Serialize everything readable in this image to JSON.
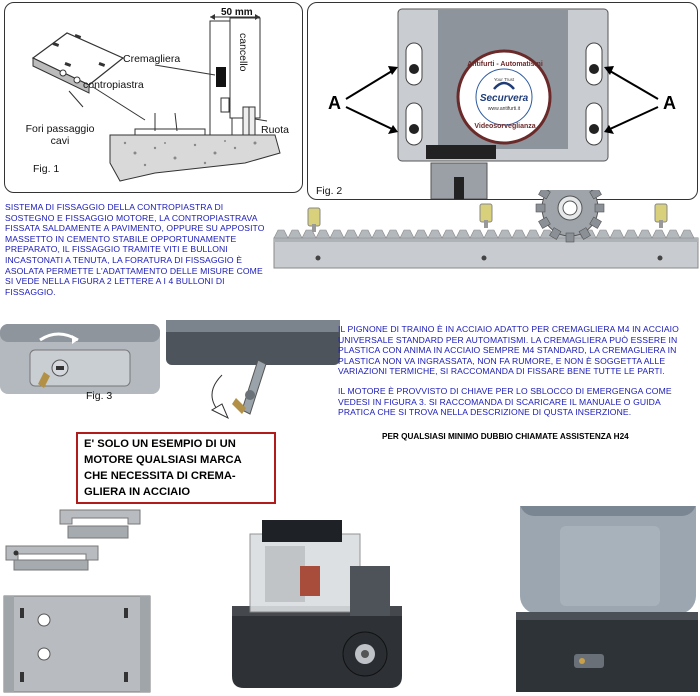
{
  "fig1": {
    "caption": "Fig. 1",
    "dimension": "50 mm",
    "labels": {
      "rack": "Cremagliera",
      "gate": "cancello",
      "counterplate": "contropiastra",
      "holes": "Fori passaggio cavi",
      "wheel": "Ruota"
    }
  },
  "fig2": {
    "caption": "Fig. 2",
    "marker_left": "A",
    "marker_right": "A",
    "logo": {
      "top": "Antifurti - Automatismi",
      "middle": "Securvera",
      "bottom": "Videosorveglianza",
      "site": "www.antifurti.it",
      "small": "Your Trust"
    }
  },
  "fig3": {
    "caption": "Fig. 3"
  },
  "text_left": "Sistema di fissaggio della contropiastra di sostegno e fissaggio motore, la contropiastrava fissata saldamente a pavimento, oppure su apposito massetto in cemento stabile opportunamente preparato, il fissaggio tramite viti e bulloni incastonati a tenuta, la foratura di fissaggio è asolata permette l'adattamento delle misure come si vede nella figura 2 lettere a i 4 bulloni di fissaggio.",
  "text_right": {
    "p1": "Il pignone di traino è in acciaio adatto per cremagliera M4 in acciaio universale standard per automatismi. La cremagliera può essere in plastica con anima in acciaio sempre M4 standard, la cremagliera in plastica non va ingrassata, non fa rumore, e non è soggetta alle variazioni termiche, si raccomanda di fissare bene tutte le parti.",
    "p2": "Il motore è provvisto di chiave per lo sblocco di emergenga come vedesi in figura 3. Si raccomanda di scaricare il manuale o guida pratica che si trova nella descrizione di qusta inserzione.",
    "assist": "Per qualsiasi minimo dubbio chiamate assistenza H24"
  },
  "callout": {
    "line1": "E' solo un esempio di un",
    "line2": "motore qualsiasi marca",
    "line3": "che necessita di crema-",
    "line4": "gliera in acciaio"
  },
  "colors": {
    "text_blue": "#1a1ab8",
    "callout_border": "#b01c1c",
    "motor_gray": "#8f9aa5",
    "metal": "#b8bcc0"
  }
}
